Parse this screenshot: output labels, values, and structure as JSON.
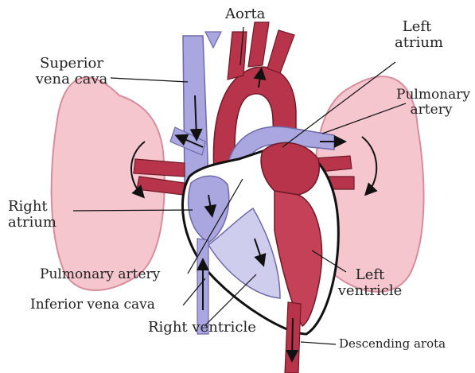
{
  "labels": {
    "aorta": "Aorta",
    "left_atrium_l1": "Left",
    "left_atrium_l2": "atrium",
    "superior_vc_l1": "Superior",
    "superior_vc_l2": "vena cava",
    "pulmonary_artery_r_l1": "Pulmonary",
    "pulmonary_artery_r_l2": "artery",
    "right_atrium_l1": "Right",
    "right_atrium_l2": "atrium",
    "pulmonary_artery_l": "Pulmonary artery",
    "inferior_vc": "Inferior vena cava",
    "left_ventricle_l1": "Left",
    "left_ventricle_l2": "ventricle",
    "right_ventricle": "Right ventricle",
    "descending_aorta": "Descending arota"
  },
  "colors": {
    "deoxygenated_blood": "#a9a6e0",
    "oxygenated_blood": "#b8344a",
    "lung": "#f6c6cf",
    "lung_outline": "#d68e9c"
  }
}
